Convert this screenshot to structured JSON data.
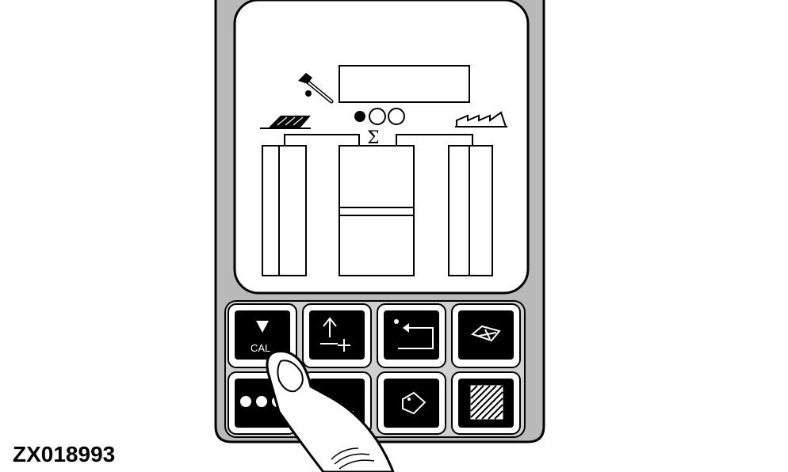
{
  "figure_code": "ZX018993",
  "keypad": {
    "keys": [
      {
        "name": "cal-down-key",
        "label": "CAL",
        "icon": "down-triangle-icon"
      },
      {
        "name": "lift-plus-key",
        "label": "",
        "icon": "up-arrow-plus-icon"
      },
      {
        "name": "return-key",
        "label": "",
        "icon": "return-arrow-icon"
      },
      {
        "name": "field-map-key",
        "label": "",
        "icon": "field-map-icon"
      },
      {
        "name": "dots-key",
        "label": "",
        "icon": "three-dots-icon"
      },
      {
        "name": "minus-key",
        "label": "",
        "icon": "minus-icon"
      },
      {
        "name": "tag-key",
        "label": "",
        "icon": "tag-icon"
      },
      {
        "name": "hatch-key",
        "label": "",
        "icon": "hatched-square-icon"
      }
    ]
  },
  "display": {
    "readout": "",
    "sigma_symbol": "Σ",
    "icons": [
      "wrench-icon",
      "mower-icon",
      "indicator-dots-icon",
      "sawtooth-icon"
    ]
  }
}
